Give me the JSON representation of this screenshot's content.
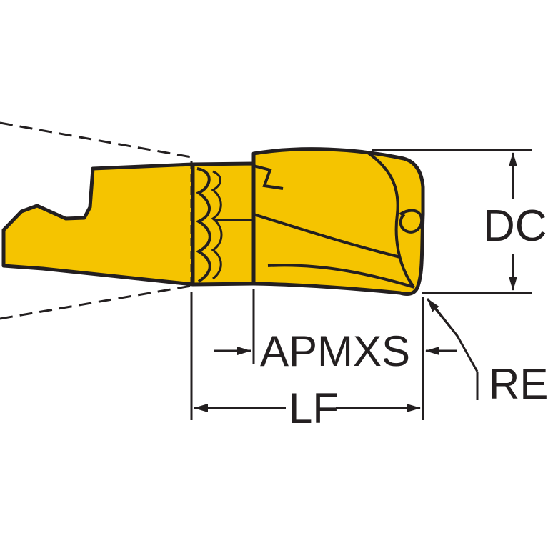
{
  "labels": {
    "dc": "DC",
    "apmxs": "APMXS",
    "lf": "LF",
    "re": "RE"
  },
  "colors": {
    "insert_body": "#f5c400",
    "outline": "#231f20",
    "background": "#ffffff"
  }
}
